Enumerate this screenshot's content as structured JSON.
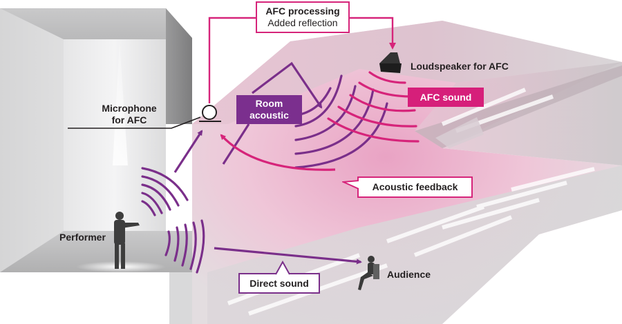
{
  "colors": {
    "magenta": "#d6247a",
    "purple": "#7a2f8a",
    "text": "#231f20",
    "box_text_inverse": "#ffffff"
  },
  "labels": {
    "afc_processing_title": "AFC processing",
    "afc_processing_subtitle": "Added reflection",
    "loudspeaker": "Loudspeaker for AFC",
    "afc_sound": "AFC sound",
    "microphone_line1": "Microphone",
    "microphone_line2": "for AFC",
    "room_acoustic_line1": "Room",
    "room_acoustic_line2": "acoustic",
    "acoustic_feedback": "Acoustic feedback",
    "performer": "Performer",
    "direct_sound": "Direct sound",
    "audience": "Audience"
  },
  "icons": {
    "loudspeaker": "loudspeaker-icon",
    "microphone": "microphone-icon",
    "performer": "violinist-figure",
    "audience": "seated-person-figure"
  }
}
